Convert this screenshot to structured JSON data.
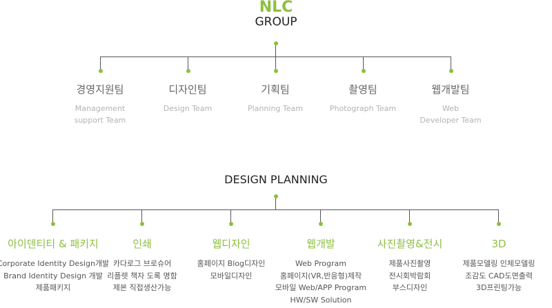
{
  "header": {
    "brand": "NLC",
    "group": "GROUP"
  },
  "teams": [
    {
      "name": "경영지원팀",
      "sub": [
        "Management",
        "support Team"
      ]
    },
    {
      "name": "디자인팀",
      "sub": [
        "Design Team"
      ]
    },
    {
      "name": "기획팀",
      "sub": [
        "Planning Team"
      ]
    },
    {
      "name": "촬영팀",
      "sub": [
        "Photograph Team"
      ]
    },
    {
      "name": "웹개발팀",
      "sub": [
        "Web",
        "Developer Team"
      ]
    }
  ],
  "design_planning": {
    "title": "DESIGN PLANNING",
    "categories": [
      {
        "name": "아이덴티티 & 패키지",
        "items": [
          "Corporate Identity Design개발",
          "Brand Identity Design 개발",
          "제품패키지"
        ]
      },
      {
        "name": "인쇄",
        "items": [
          "카다로그 브로슈어",
          "리플렛 책자 도록 명함",
          "제본 직접생산가능"
        ]
      },
      {
        "name": "웹디자인",
        "items": [
          "홈페이지 Blog디자인",
          "모바일디자인"
        ]
      },
      {
        "name": "웹개발",
        "items": [
          "Web Program",
          "홈페이지(VR,반응형)제작",
          "모바일 Web/APP Program",
          "HW/SW Solution"
        ]
      },
      {
        "name": "사진촬영&전시",
        "items": [
          "제품사진촬영",
          "전시회박람회",
          "부스디자인"
        ]
      },
      {
        "name": "3D",
        "items": [
          "제품모델링 인체모델링",
          "조감도 CAD도면출력",
          "3D프린팅가능"
        ]
      }
    ]
  },
  "colors": {
    "accent": "#8cbf3f",
    "line": "#555555",
    "muted": "#b3b3b3"
  }
}
